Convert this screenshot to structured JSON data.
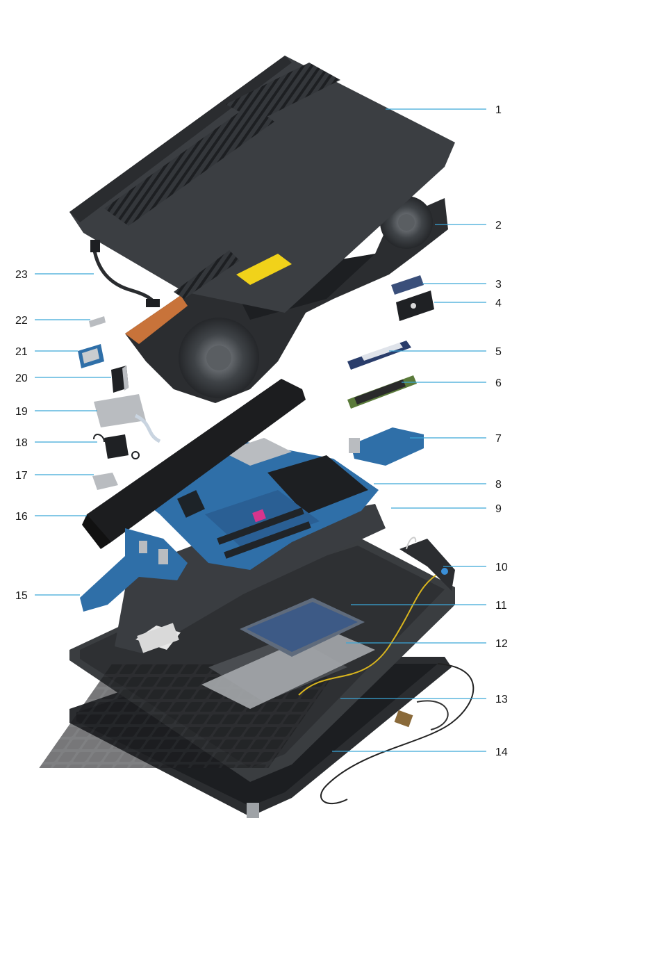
{
  "callouts": [
    "1",
    "2",
    "3",
    "4",
    "5",
    "6",
    "7",
    "8",
    "9",
    "10",
    "11",
    "12",
    "13",
    "14",
    "15",
    "16",
    "17",
    "18",
    "19",
    "20",
    "21",
    "22",
    "23"
  ],
  "colors": {
    "line": "#3aa6d8",
    "cover": "#3b3e42",
    "cover_edge": "#2a2c2f",
    "board": "#2f6fa8",
    "battery": "#3a3d41",
    "metal": "#b9bcc0",
    "copper": "#c8733a",
    "label_yellow": "#f1d21a",
    "ssd": "#2a3d6b",
    "ram_green": "#5a7a3a"
  }
}
